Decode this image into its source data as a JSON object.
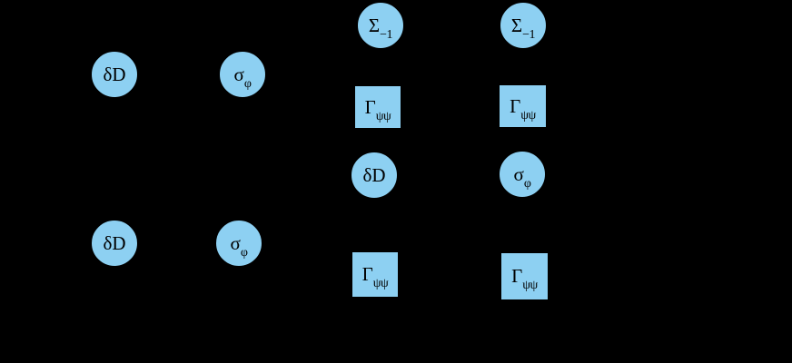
{
  "colors": {
    "background": "#000000",
    "node_fill": "#8DD0F2",
    "node_border": "#000000",
    "node_text": "#000000"
  },
  "nodes": [
    {
      "id": "delta-D-left-top",
      "shape": "circle",
      "main": "δD",
      "sub": ""
    },
    {
      "id": "sigma-phi-left-top",
      "shape": "circle",
      "main": "σ",
      "sub": "φ"
    },
    {
      "id": "delta-D-left-bottom",
      "shape": "circle",
      "main": "δD",
      "sub": ""
    },
    {
      "id": "sigma-phi-left-bottom",
      "shape": "circle",
      "main": "σ",
      "sub": "φ"
    },
    {
      "id": "Sigma-minus1-col3",
      "shape": "circle",
      "main": "Σ",
      "sub": "−1"
    },
    {
      "id": "Sigma-minus1-col4",
      "shape": "circle",
      "main": "Σ",
      "sub": "−1"
    },
    {
      "id": "Gamma-psipsi-col3-top",
      "shape": "square",
      "main": "Γ",
      "sub": "ψψ"
    },
    {
      "id": "Gamma-psipsi-col4-top",
      "shape": "square",
      "main": "Γ",
      "sub": "ψψ"
    },
    {
      "id": "delta-D-col3",
      "shape": "circle",
      "main": "δD",
      "sub": ""
    },
    {
      "id": "sigma-phi-col4",
      "shape": "circle",
      "main": "σ",
      "sub": "φ"
    },
    {
      "id": "Gamma-psipsi-col3-bottom",
      "shape": "square",
      "main": "Γ",
      "sub": "ψψ"
    },
    {
      "id": "Gamma-psipsi-col4-bottom",
      "shape": "square",
      "main": "Γ",
      "sub": "ψψ"
    }
  ]
}
